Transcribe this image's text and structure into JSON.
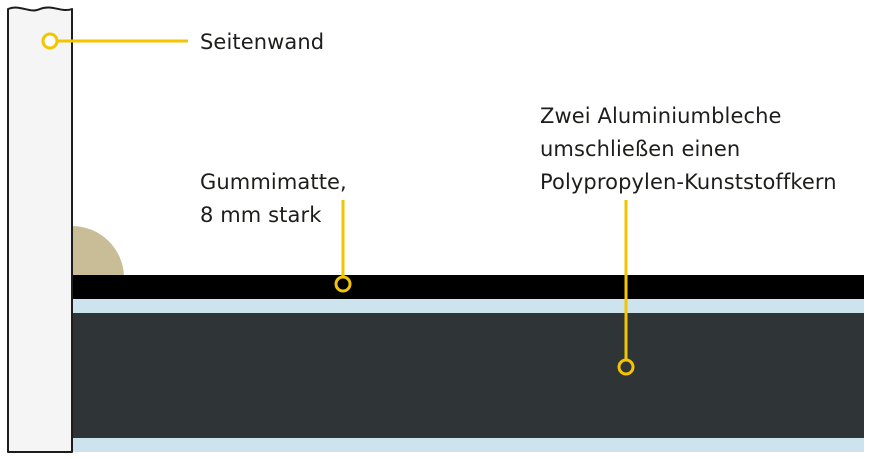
{
  "diagram": {
    "labels": {
      "side_wall": "Seitenwand",
      "rubber_mat_line1": "Gummimatte,",
      "rubber_mat_line2": "8 mm stark",
      "aluminium_line1": "Zwei Aluminiumbleche",
      "aluminium_line2": "umschließen einen",
      "aluminium_line3": "Polypropylen-Kunststoffkern"
    },
    "colors": {
      "wall_fill": "#f5f5f5",
      "outline": "#1d1d1b",
      "rubber_mat": "#000000",
      "aluminium_sheet": "#cde3ee",
      "polypropylene_core": "#2f3437",
      "fillet": "#c8bd97",
      "callout": "#f2c500",
      "text": "#1d1d1b"
    }
  }
}
